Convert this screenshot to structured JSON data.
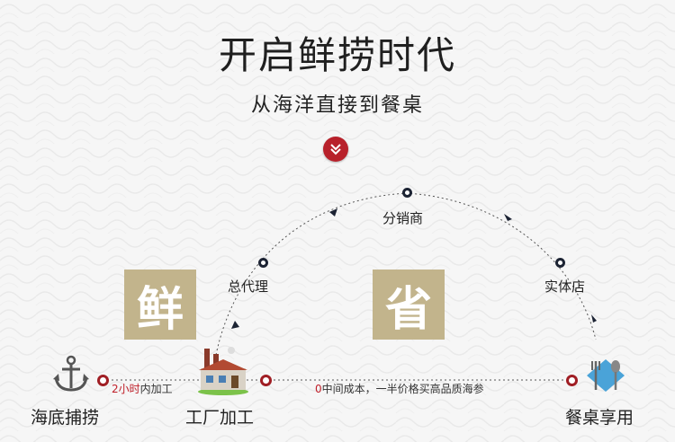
{
  "header": {
    "title": "开启鲜捞时代",
    "subtitle": "从海洋直接到餐桌"
  },
  "flow": {
    "upper_nodes": [
      {
        "label": "总代理"
      },
      {
        "label": "分销商"
      },
      {
        "label": "实体店"
      }
    ],
    "tiles": [
      {
        "char": "鲜"
      },
      {
        "char": "省"
      }
    ],
    "steps": [
      {
        "label": "海底捕捞",
        "icon": "anchor-icon"
      },
      {
        "label": "工厂加工",
        "icon": "factory-icon"
      },
      {
        "label": "餐桌享用",
        "icon": "tableware-icon"
      }
    ],
    "note_left": {
      "num": "2",
      "accent": "小时",
      "rest": "内加工"
    },
    "note_middle": {
      "num": "0",
      "rest": "中间成本，一半价格买高品质海参"
    }
  },
  "colors": {
    "accent_red": "#b8212b",
    "node_dark": "#1c2333",
    "tile": "#c2b48c"
  }
}
